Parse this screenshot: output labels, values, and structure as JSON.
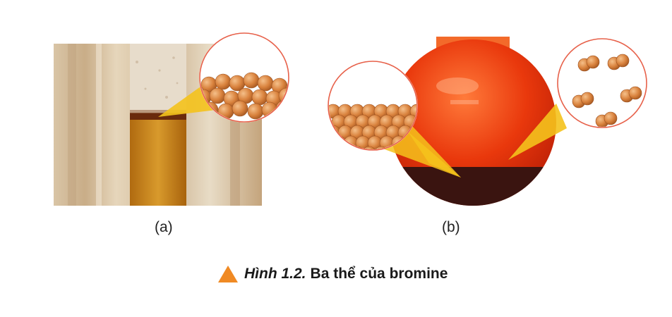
{
  "figure_a": {
    "label": "(a)"
  },
  "figure_b": {
    "label": "(b)"
  },
  "caption": {
    "number": "Hình 1.2.",
    "text": "Ba thể của bromine",
    "icon": "orange-triangle-icon",
    "accent_color": "#f08a24"
  },
  "colors": {
    "molecule": "#d9823d",
    "bromine_liquid": "#c98412",
    "bromine_gas": "#e9380c",
    "bromine_solid": "#3a1410",
    "callout": "#f4c21c"
  }
}
